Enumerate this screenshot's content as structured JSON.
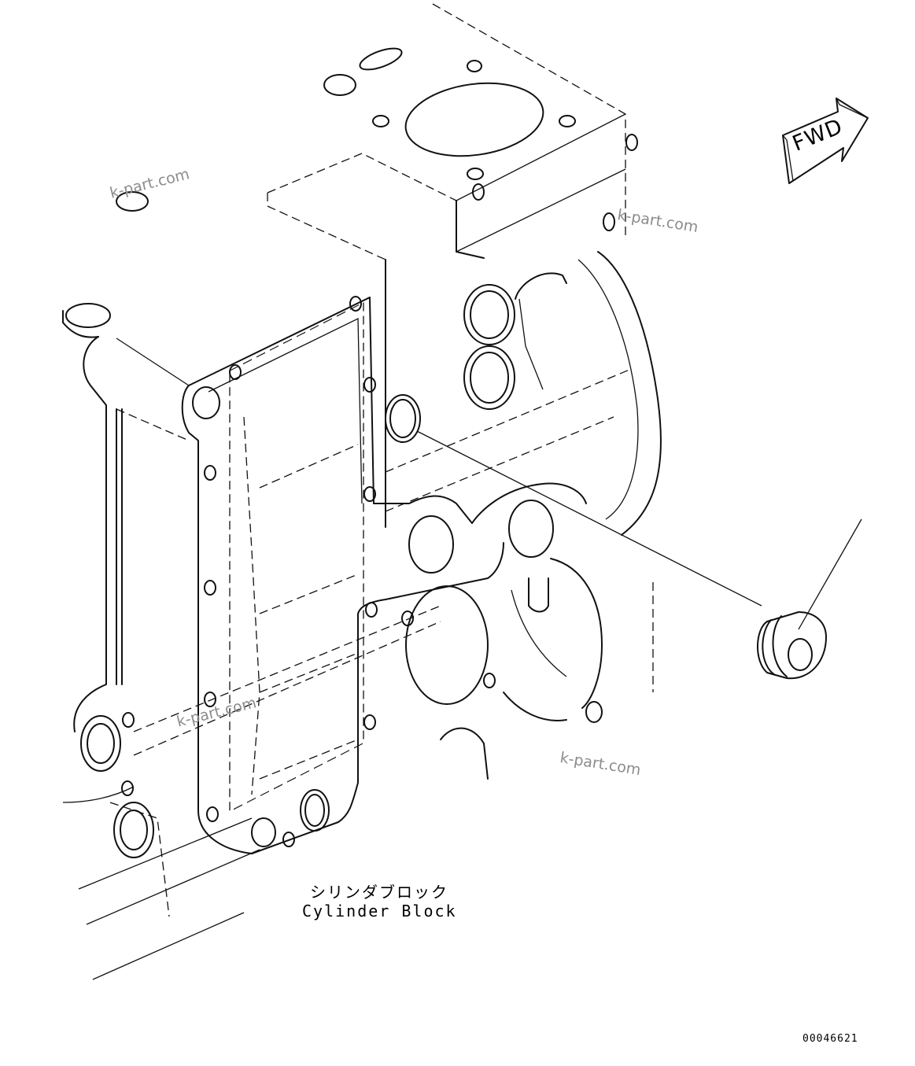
{
  "labels": {
    "part_jp": "シリンダブロック",
    "part_en": "Cylinder Block",
    "fwd": "FWD",
    "figure_code": "00046621"
  },
  "watermarks": [
    "k-part.com",
    "k-part.com",
    "k-part.com",
    "k-part.com"
  ]
}
